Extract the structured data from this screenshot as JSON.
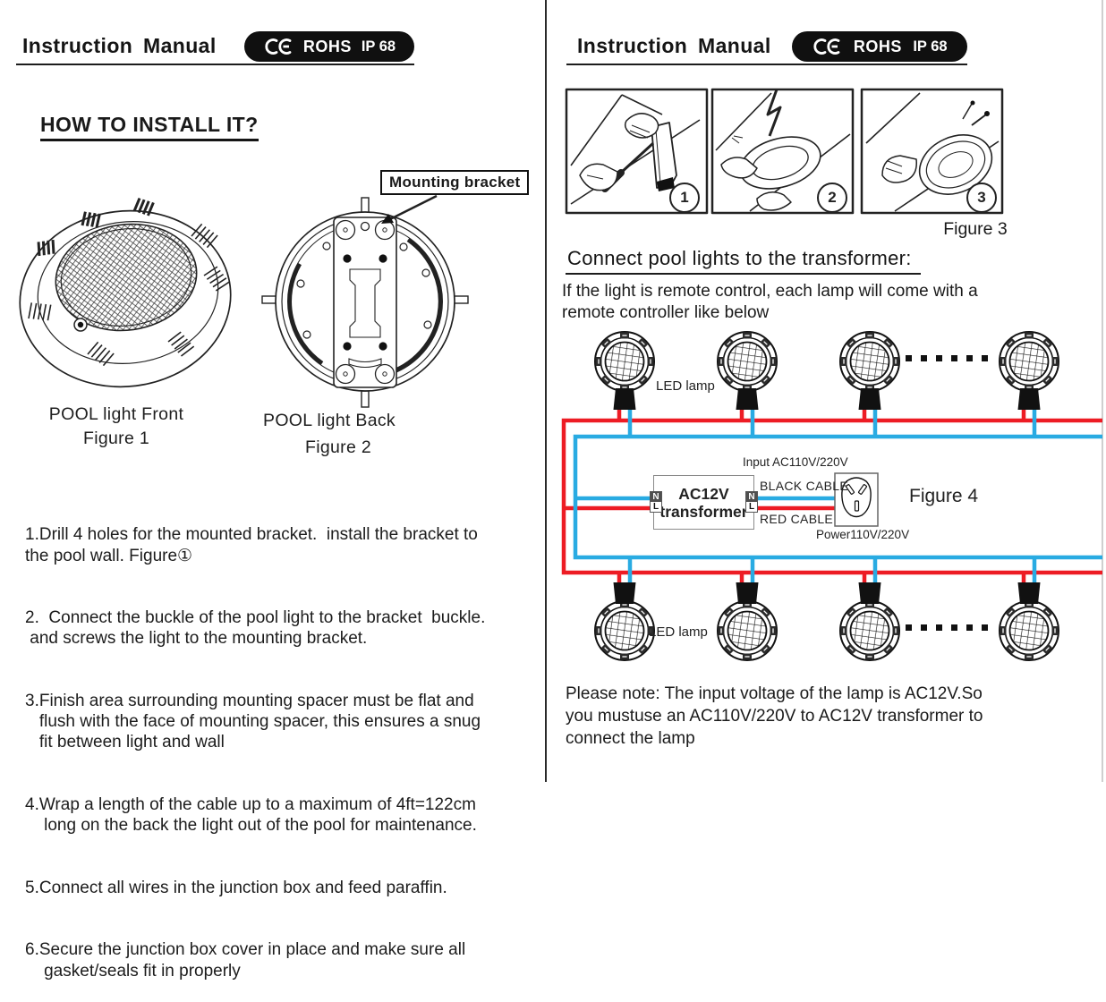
{
  "colors": {
    "wire_red": "#ED1C24",
    "wire_blue": "#29ABE2",
    "ink": "#1a1a1a"
  },
  "left_page": {
    "header": {
      "title": "Instruction Manual",
      "badge": {
        "ce": "CE",
        "rohs": "ROHS",
        "ip": "IP 68"
      }
    },
    "how_to_title": "HOW TO INSTALL IT?",
    "mounting_bracket_label": "Mounting bracket",
    "figure1_caption": "POOL light Front",
    "figure1_label": "Figure 1",
    "figure2_caption": "POOL light Back",
    "figure2_label": "Figure 2",
    "instructions": [
      "1.Drill 4 holes for the mounted bracket.  install the bracket to\nthe pool wall. Figure①",
      "2.  Connect the buckle of the pool light to the bracket  buckle.\n and screws the light to the mounting bracket.",
      "3.Finish area surrounding mounting spacer must be flat and\n   flush with the face of mounting spacer, this ensures a snug\n   fit between light and wall",
      "4.Wrap a length of the cable up to a maximum of 4ft=122cm\n    long on the back the light out of the pool for maintenance.",
      "5.Connect all wires in the junction box and feed paraffin.",
      "6.Secure the junction box cover in place and make sure all\n    gasket/seals fit in properly"
    ]
  },
  "right_page": {
    "header": {
      "title": "Instruction Manual",
      "badge": {
        "ce": "CE",
        "rohs": "ROHS",
        "ip": "IP 68"
      }
    },
    "figure3": {
      "panel_numbers": [
        "1",
        "2",
        "3"
      ],
      "caption": "Figure 3"
    },
    "connect_heading": "Connect pool lights to the transformer:",
    "intro": "If the light is remote control, each lamp will come with a\nremote controller like below",
    "diagram": {
      "led_lamp_label_top": "LED lamp",
      "led_lamp_label_bottom": "LED lamp",
      "transformer_line1": "AC12V",
      "transformer_line2": "transformer",
      "terminal_n": "N",
      "terminal_l": "L",
      "input_label": "Input AC110V/220V",
      "black_cable_label": "BLACK CABLE",
      "red_cable_label": "RED CABLE",
      "power_label": "Power110V/220V",
      "figure_label": "Figure 4"
    },
    "note": "Please note: The input voltage of the lamp is AC12V.So\nyou mustuse an AC110V/220V to AC12V transformer to\nconnect the lamp"
  }
}
